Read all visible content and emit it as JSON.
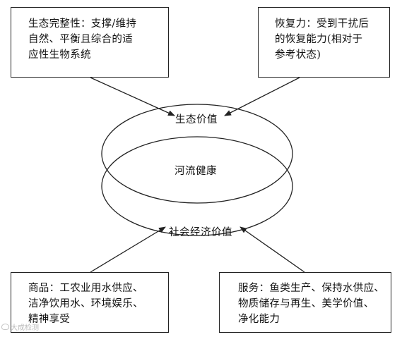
{
  "boxes": {
    "ecological_integrity": {
      "lines": [
        "生态完整性：支撑/维持",
        "自然、平衡且综合的适",
        "应性生物系统"
      ]
    },
    "resilience": {
      "lines": [
        "恢复力：受到干扰后",
        "的恢复能力(相对于",
        "参考状态)"
      ]
    },
    "goods": {
      "lines": [
        "商品：工农业用水供应、",
        "洁净饮用水、环境娱乐、",
        "精神享受"
      ]
    },
    "services": {
      "lines": [
        "服务：鱼类生产、保持水供应、",
        "物质储存与再生、美学价值、",
        "净化能力"
      ]
    }
  },
  "ellipse_labels": {
    "ecological_value": "生态价值",
    "river_health": "河流健康",
    "socioeconomic_value": "社会经济价值"
  },
  "watermark": "大成检测",
  "colors": {
    "line": "#222222",
    "background": "#ffffff",
    "watermark": "#bbbbbb"
  }
}
